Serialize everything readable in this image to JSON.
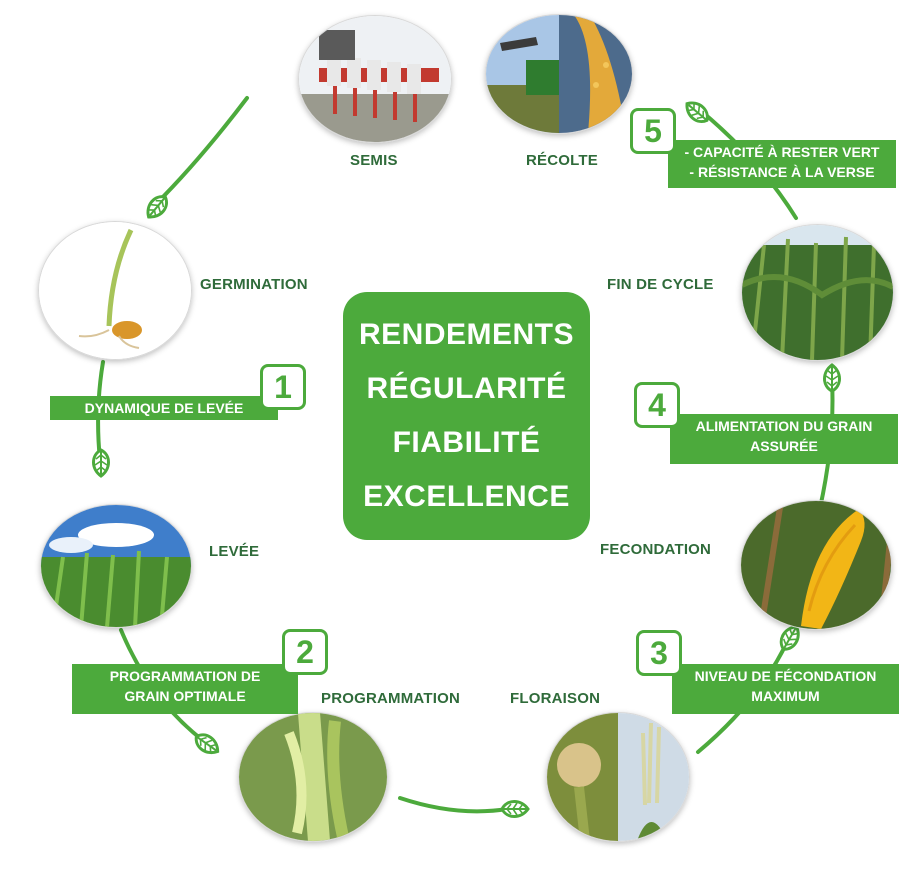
{
  "stages": {
    "semis": "SEMIS",
    "recolte": "RÉCOLTE",
    "germination": "GERMINATION",
    "fin_de_cycle": "FIN DE CYCLE",
    "levee": "LEVÉE",
    "fecondation": "FECONDATION",
    "programmation": "PROGRAMMATION",
    "floraison": "FLORAISON"
  },
  "center": {
    "line1": "RENDEMENTS",
    "line2": "RÉGULARITÉ",
    "line3": "FIABILITÉ",
    "line4": "EXCELLENCE"
  },
  "benefits": [
    {
      "number": "1",
      "lines": [
        "DYNAMIQUE DE LEVÉE"
      ]
    },
    {
      "number": "2",
      "lines": [
        "PROGRAMMATION DE",
        "GRAIN OPTIMALE"
      ]
    },
    {
      "number": "3",
      "lines": [
        "NIVEAU DE FÉCONDATION",
        "MAXIMUM"
      ]
    },
    {
      "number": "4",
      "lines": [
        "ALIMENTATION DU GRAIN",
        "ASSURÉE"
      ]
    },
    {
      "number": "5",
      "lines": [
        "- CAPACITÉ À RESTER VERT",
        "- RÉSISTANCE À LA VERSE"
      ]
    }
  ],
  "icons": {
    "cycle_arrow": "leaf-arrow-icon"
  },
  "colors": {
    "green": "#4caa3c",
    "label_text": "#2f6b3a"
  }
}
